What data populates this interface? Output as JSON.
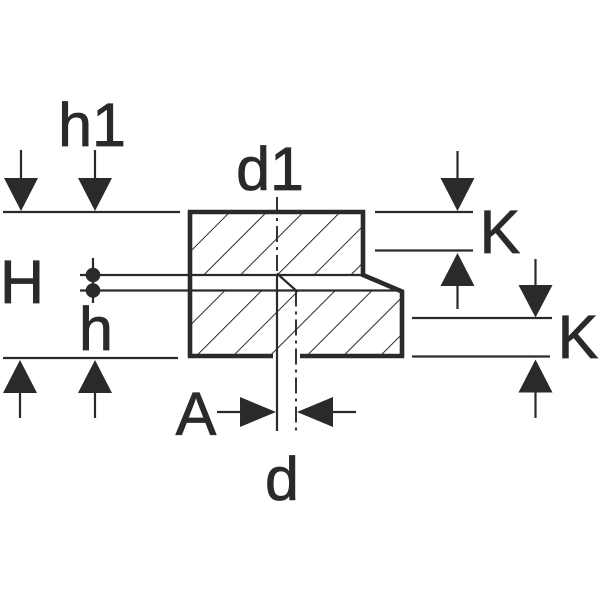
{
  "diagram": {
    "kind": "technical-dimension-drawing",
    "colors": {
      "line": "#2a2a2a",
      "background": "#ffffff"
    },
    "labels": {
      "h1": "h1",
      "d1": "d1",
      "H": "H",
      "h": "h",
      "A": "A",
      "d": "d",
      "K_upper": "K",
      "K_lower": "K"
    },
    "icons": {
      "arrow_down": "▼",
      "arrow_up": "▲",
      "arrow_right": "▶",
      "arrow_left": "◀",
      "axis_dot": "●"
    }
  }
}
